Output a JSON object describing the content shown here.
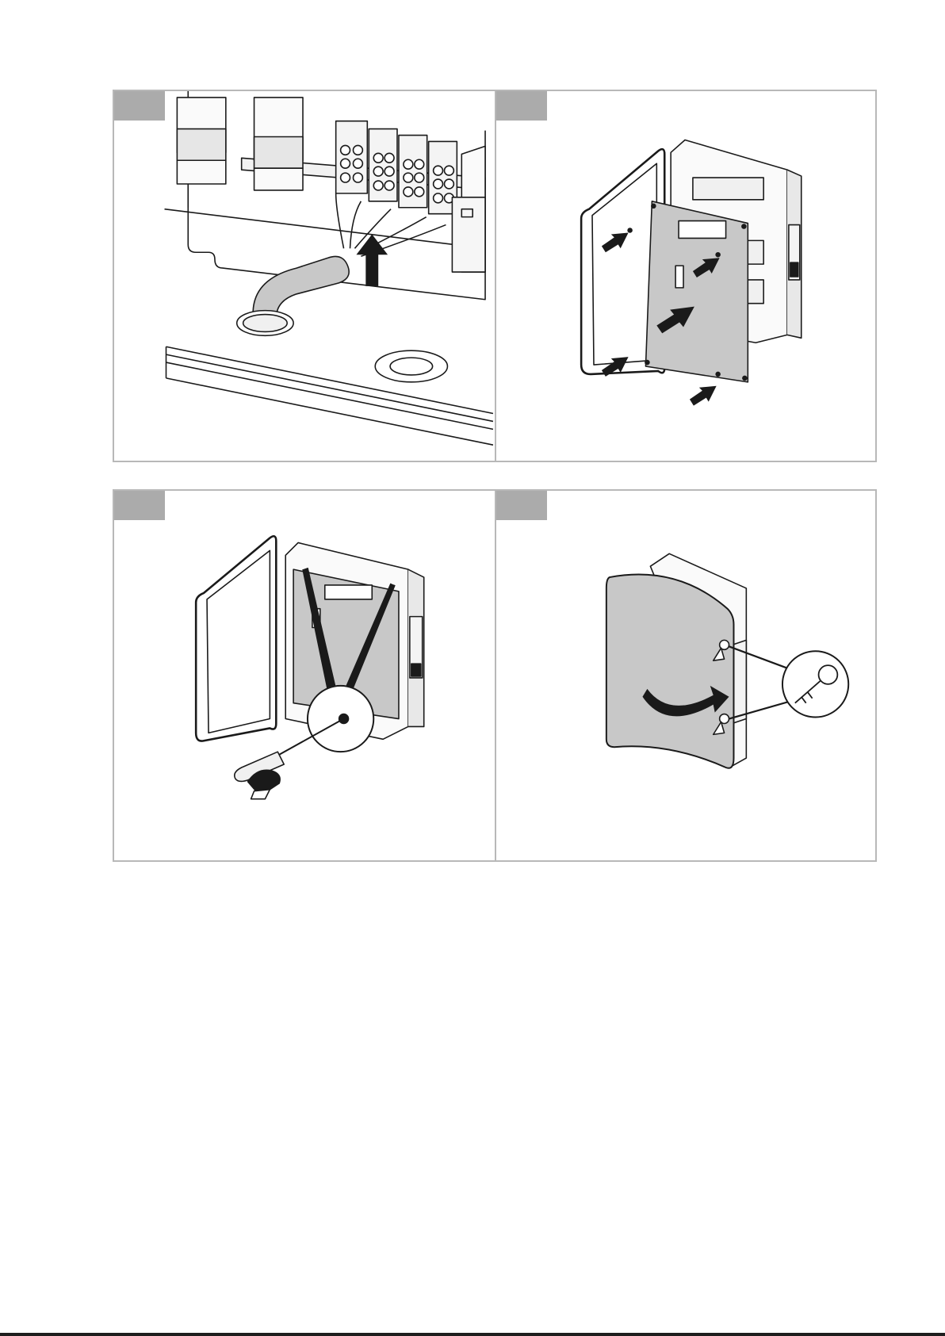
{
  "document": {
    "type": "installation-illustration-page",
    "panels": [
      {
        "id": "panel-1",
        "depicts": "cable-entry-wiring",
        "arrow_icon": "arrow-up-icon"
      },
      {
        "id": "panel-2",
        "depicts": "cover-plate-mounting",
        "arrow_icon": "arrow-right-icon"
      },
      {
        "id": "panel-3",
        "depicts": "screw-fastening",
        "tool_icon": "screwdriver-icon"
      },
      {
        "id": "panel-4",
        "depicts": "door-lock-closing",
        "tool_icon": "key-icon"
      }
    ],
    "colors": {
      "panel_border": "#b8b8b8",
      "step_tab": "#ababab",
      "plate_gray": "#c8c8c8",
      "ink": "#1a1a1a"
    }
  }
}
